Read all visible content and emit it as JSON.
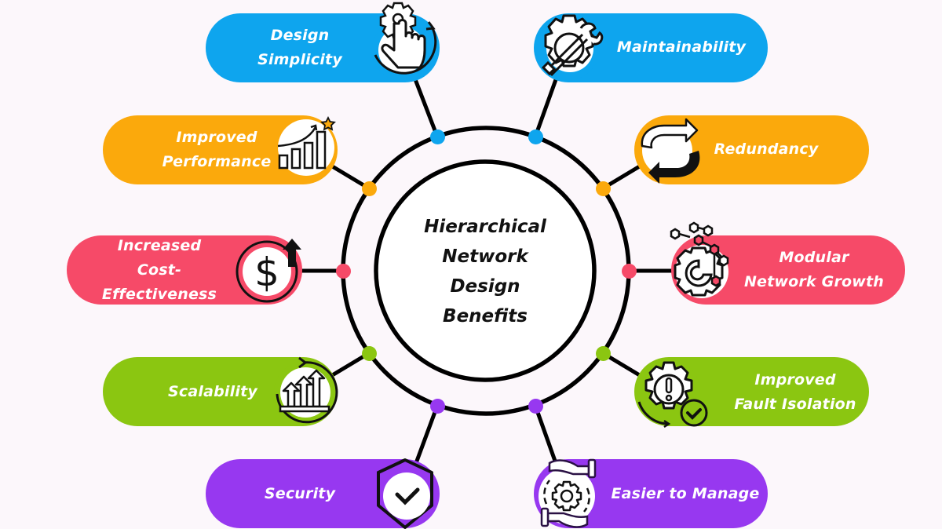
{
  "diagram": {
    "title_lines": [
      "Hierarchical",
      "Network",
      "Design",
      "Benefits"
    ],
    "colors": {
      "background": "#fcf7fb",
      "blue": "#0ea5ee",
      "orange": "#fba90c",
      "pink": "#f64a68",
      "green": "#8bc611",
      "purple": "#9738f0",
      "line": "#000000"
    },
    "benefits": [
      {
        "id": "design-simplicity",
        "lines": [
          "Design",
          "Simplicity"
        ],
        "color": "blue",
        "icon": "hand-pointer-gear-icon",
        "side": "left"
      },
      {
        "id": "maintainability",
        "lines": [
          "Maintainability"
        ],
        "color": "blue",
        "icon": "wrench-gear-icon",
        "side": "right"
      },
      {
        "id": "improved-performance",
        "lines": [
          "Improved",
          "Performance"
        ],
        "color": "orange",
        "icon": "rising-bar-chart-star-icon",
        "side": "left"
      },
      {
        "id": "redundancy",
        "lines": [
          "Redundancy"
        ],
        "color": "orange",
        "icon": "cycle-arrows-icon",
        "side": "right"
      },
      {
        "id": "increased-cost-effectiveness",
        "lines": [
          "Increased",
          "Cost-",
          "Effectiveness"
        ],
        "color": "pink",
        "icon": "dollar-up-arrow-icon",
        "side": "left"
      },
      {
        "id": "modular-network-growth",
        "lines": [
          "Modular",
          "Network Growth"
        ],
        "color": "pink",
        "icon": "gear-hexagon-network-icon",
        "side": "right"
      },
      {
        "id": "scalability",
        "lines": [
          "Scalability"
        ],
        "color": "green",
        "icon": "rising-arrows-icon",
        "side": "left"
      },
      {
        "id": "improved-fault-isolation",
        "lines": [
          "Improved",
          "Fault Isolation"
        ],
        "color": "green",
        "icon": "gear-alert-check-icon",
        "side": "right"
      },
      {
        "id": "security",
        "lines": [
          "Security"
        ],
        "color": "purple",
        "icon": "shield-check-icon",
        "side": "left"
      },
      {
        "id": "easier-to-manage",
        "lines": [
          "Easier to Manage"
        ],
        "color": "purple",
        "icon": "hands-gear-icon",
        "side": "right"
      }
    ]
  }
}
